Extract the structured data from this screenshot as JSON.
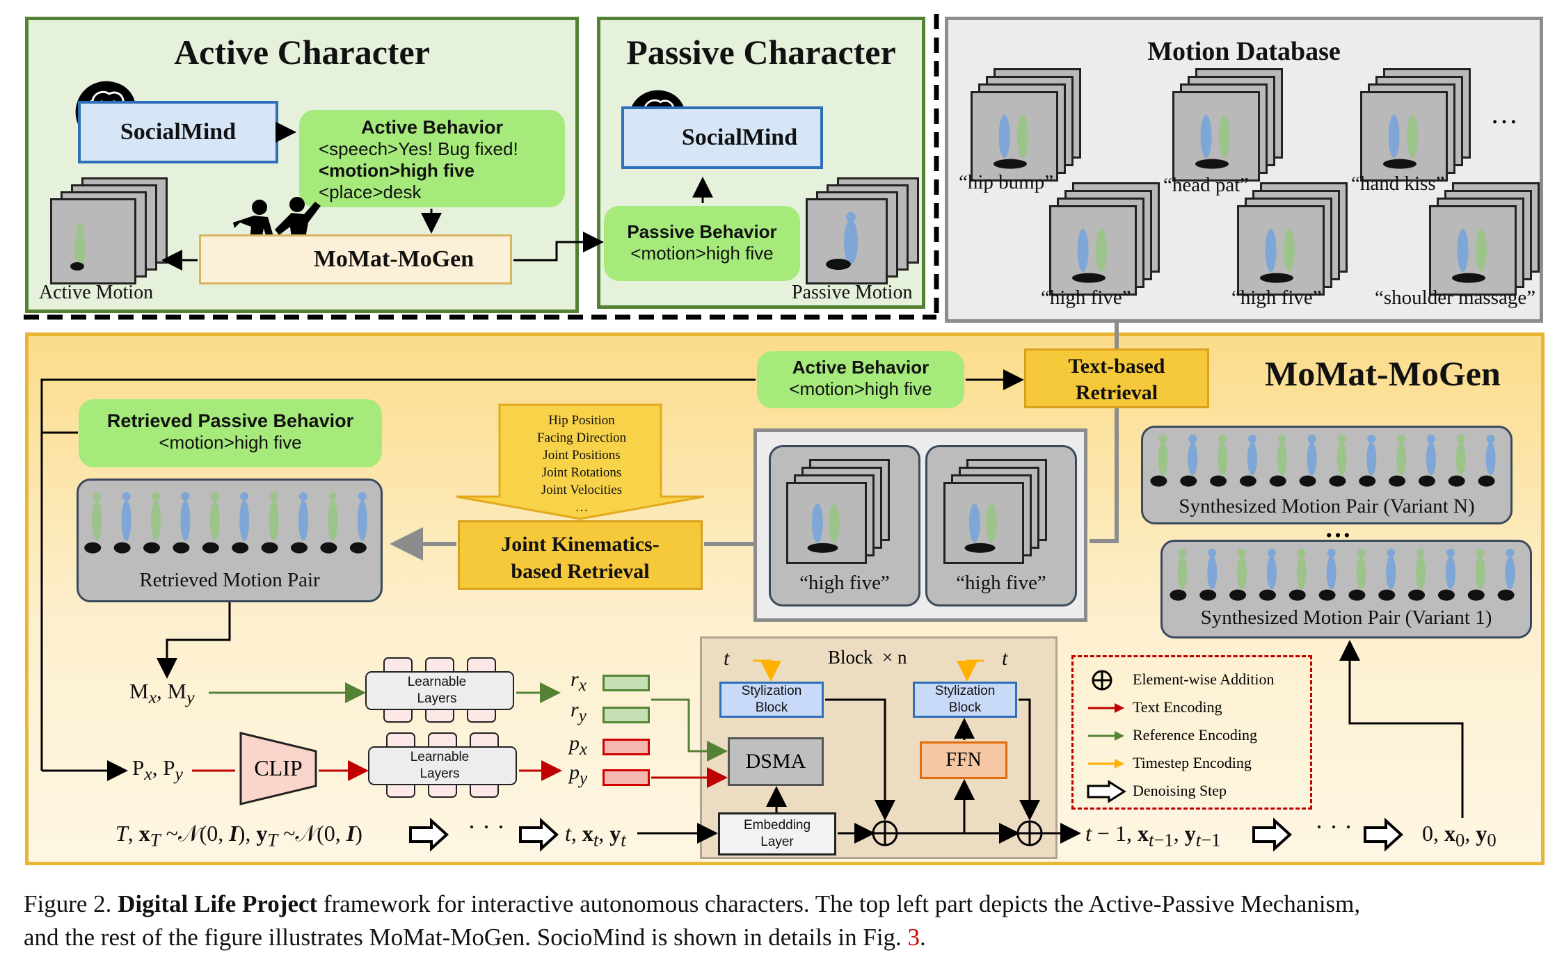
{
  "top": {
    "active_character": {
      "title": "Active Character",
      "socialmind": "SocialMind",
      "behavior": {
        "title": "Active Behavior",
        "line1": "<speech>Yes! Bug fixed!",
        "line2": "<motion>high five",
        "line3": "<place>desk"
      },
      "generator": "MoMat-MoGen",
      "motion_label": "Active Motion"
    },
    "passive_character": {
      "title": "Passive Character",
      "socialmind": "SocialMind",
      "behavior": {
        "title": "Passive Behavior",
        "line1": "<motion>high five"
      },
      "motion_label": "Passive Motion"
    },
    "motion_database": {
      "title": "Motion Database",
      "items": [
        "“hip bump”",
        "“head pat”",
        "“hand kiss”",
        "“high five”",
        "“high five”",
        "“shoulder massage”"
      ],
      "ellipsis": "…"
    }
  },
  "momat": {
    "title": "MoMat-MoGen",
    "active_behavior": {
      "title": "Active Behavior",
      "line1": "<motion>high five"
    },
    "text_retrieval": "Text-based Retrieval",
    "retrieved_passive": {
      "title": "Retrieved Passive Behavior",
      "line1": "<motion>high five"
    },
    "features": [
      "Hip Position",
      "Facing Direction",
      "Joint Positions",
      "Joint Rotations",
      "Joint Velocities",
      "…"
    ],
    "joint_retrieval": "Joint Kinematics-based Retrieval",
    "retrieved_pair": "Retrieved Motion Pair",
    "candidates": [
      "“high five”",
      "“high five”"
    ],
    "synth_n": "Synthesized Motion Pair (Variant N)",
    "synth_1": "Synthesized Motion Pair (Variant 1)",
    "dots": "…",
    "learnable": "Learnable Layers",
    "clip": "CLIP",
    "block_title": "Block  × n",
    "stylization": "Stylization Block",
    "dsma": "DSMA",
    "ffn": "FFN",
    "embedding": "Embedding Layer",
    "legend": [
      {
        "label": "Element-wise Addition",
        "kind": "plus"
      },
      {
        "label": "Text Encoding",
        "kind": "arrow",
        "color": "#c00000"
      },
      {
        "label": "Reference Encoding",
        "kind": "arrow",
        "color": "#548235"
      },
      {
        "label": "Timestep Encoding",
        "kind": "arrow",
        "color": "#ffb000"
      },
      {
        "label": "Denoising Step",
        "kind": "hollow"
      }
    ]
  },
  "caption": {
    "prefix": "Figure 2. ",
    "bold": "Digital Life Project",
    "rest1": " framework for interactive autonomous characters. The top left part depicts the Active-Passive Mechanism,",
    "rest2": "and the rest of the figure illustrates MoMat-MoGen. SocioMind is shown in details in Fig. ",
    "ref": "3",
    "end": "."
  },
  "colors": {
    "green_panel": "#e6f1dc",
    "green_border": "#548235",
    "gray_panel": "#ececec",
    "yellow_panel": "#fbdc8a",
    "bubble_green": "#a6ea7c",
    "blue_box": "#d7e6f7",
    "text_red": "#c00000",
    "ref_green": "#548235",
    "timestep_orange": "#ffb000",
    "block_panel": "#ebdcc2",
    "stylization_blue": "#c9daf8",
    "ffn_orange": "#f6c7a4"
  }
}
